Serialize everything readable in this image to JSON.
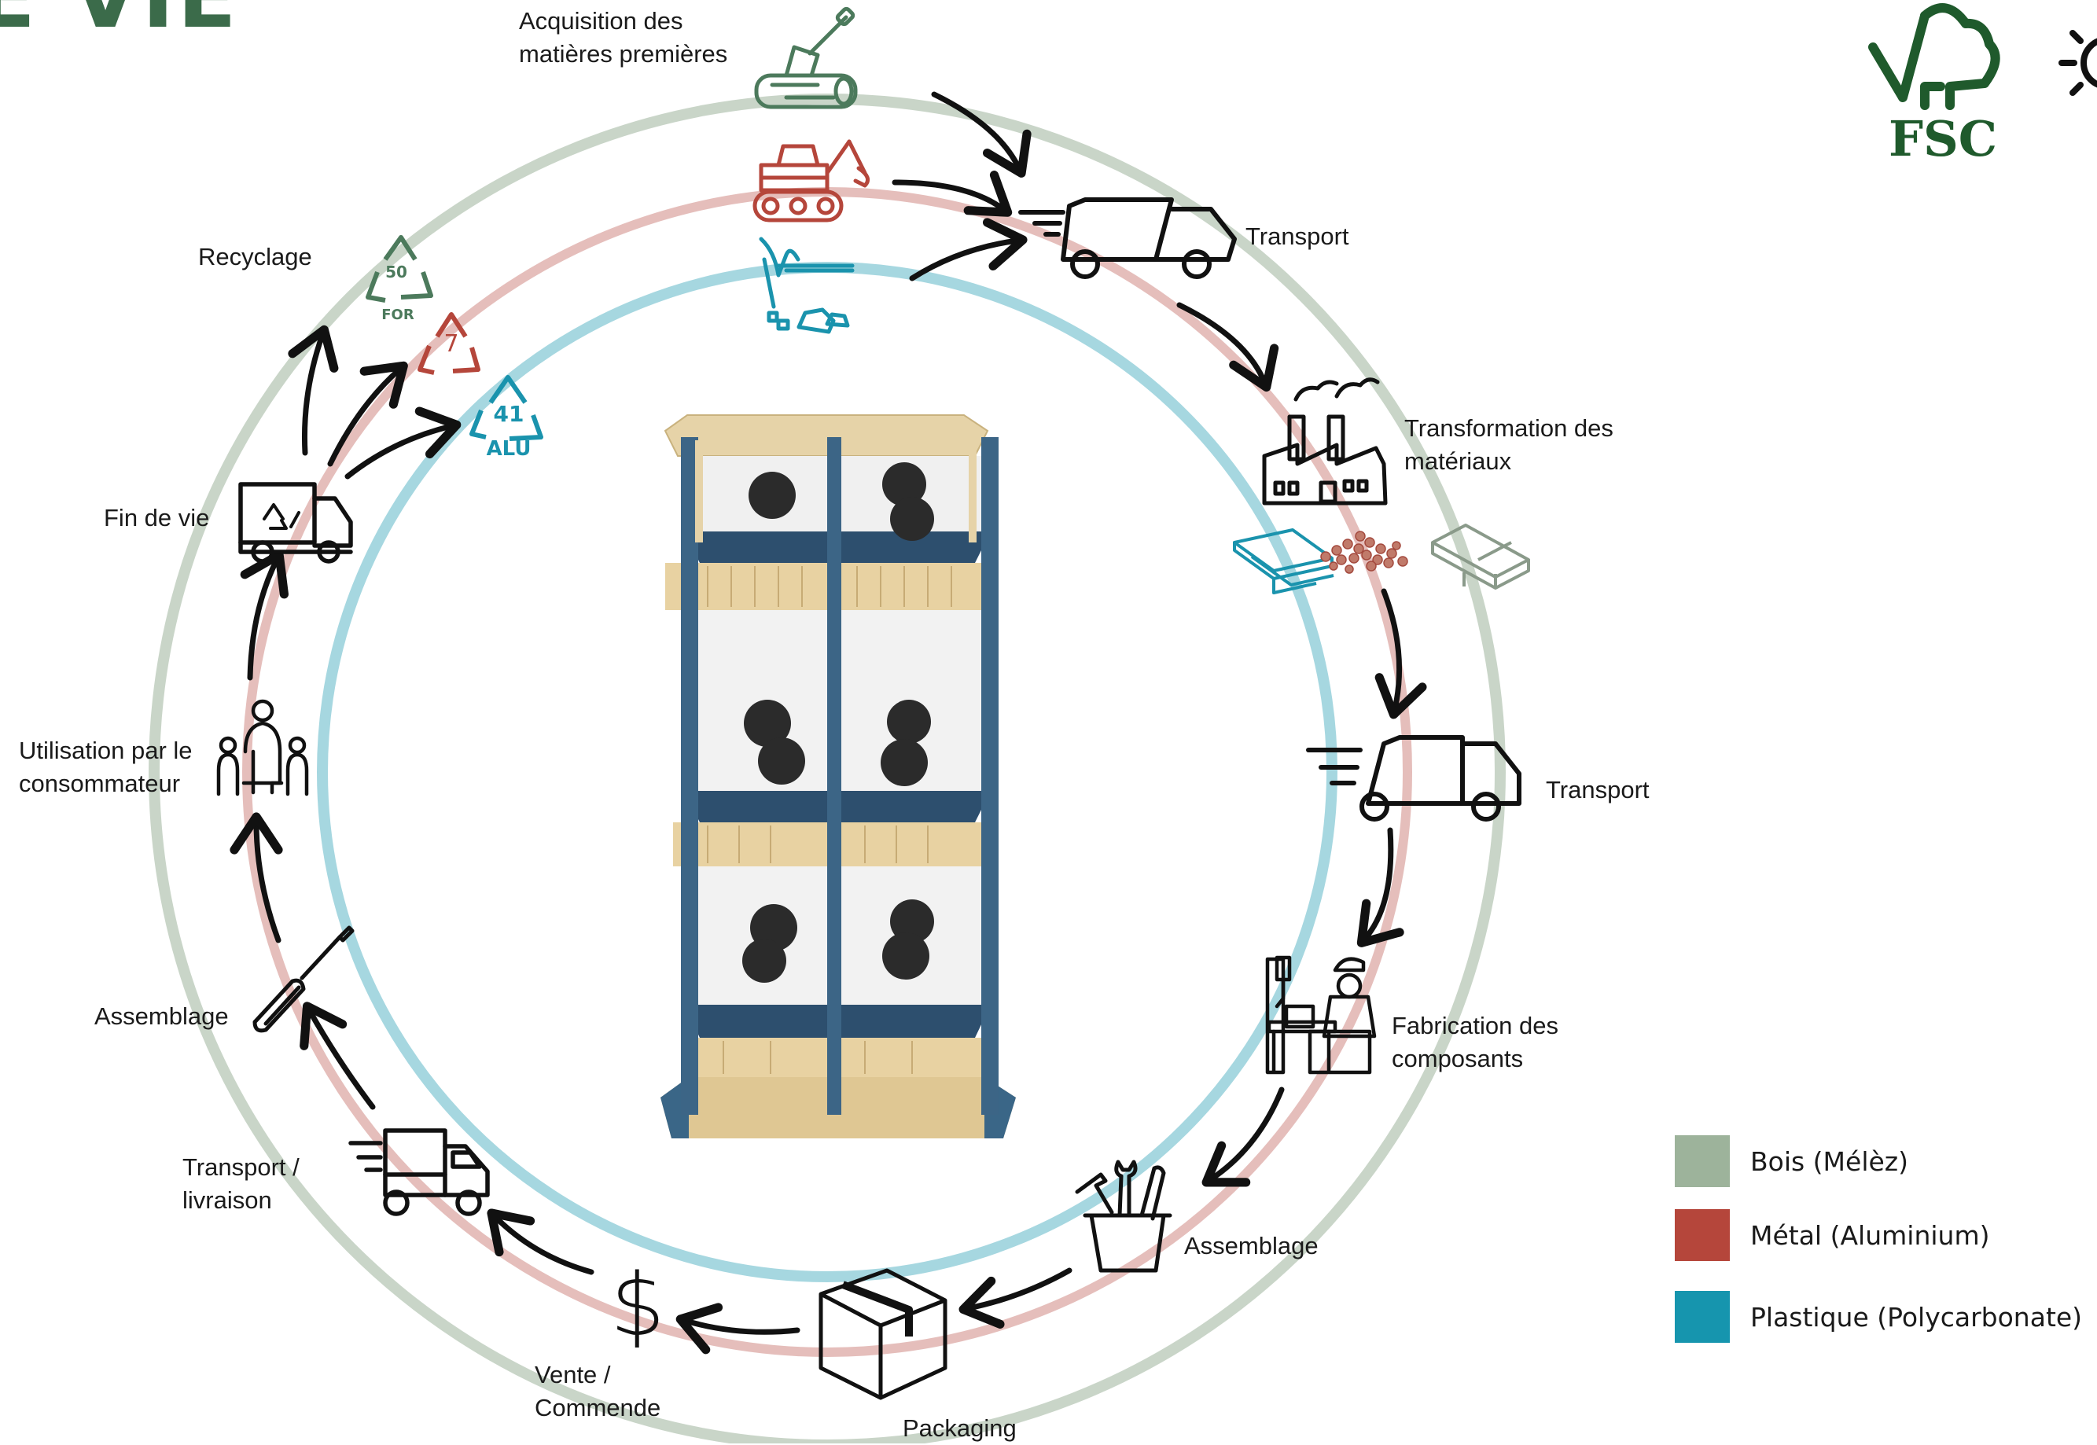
{
  "title_fragment": "E VIE",
  "colors": {
    "wood": "#9db39b",
    "metal": "#b5463b",
    "plastic": "#1695ae",
    "wood_icon": "#4c7a5c",
    "metal_icon": "#b5463b",
    "plastic_icon": "#1a93ad",
    "fsc": "#1f5a2c",
    "arrow": "#111111"
  },
  "fsc_logo": {
    "text": "FSC"
  },
  "stages": [
    {
      "id": "acquisition",
      "label": "Acquisition des\nmatières premières"
    },
    {
      "id": "transport1",
      "label": "Transport"
    },
    {
      "id": "transformation",
      "label": "Transformation des\nmatériaux"
    },
    {
      "id": "transport2",
      "label": "Transport"
    },
    {
      "id": "fabrication",
      "label": "Fabrication des\ncomposants"
    },
    {
      "id": "assemblage1",
      "label": "Assemblage"
    },
    {
      "id": "packaging",
      "label": "Packaging"
    },
    {
      "id": "vente",
      "label": "Vente /\nCommende"
    },
    {
      "id": "transport3",
      "label": "Transport /\nlivraison"
    },
    {
      "id": "assemblage2",
      "label": "Assemblage"
    },
    {
      "id": "utilisation",
      "label": "Utilisation par le\nconsommateur"
    },
    {
      "id": "findevie",
      "label": "Fin de vie"
    },
    {
      "id": "recyclage",
      "label": "Recyclage"
    }
  ],
  "recycling_codes": [
    {
      "material": "wood",
      "number": "50",
      "code": "FOR"
    },
    {
      "material": "metal",
      "number": "7",
      "code": ""
    },
    {
      "material": "plastic",
      "number": "41",
      "code": "ALU"
    }
  ],
  "legend": [
    {
      "label": "Bois (Mélèz)",
      "material": "wood"
    },
    {
      "label": "Métal (Aluminium)",
      "material": "metal"
    },
    {
      "label": "Plastique (Polycarbonate)",
      "material": "plastic"
    }
  ]
}
